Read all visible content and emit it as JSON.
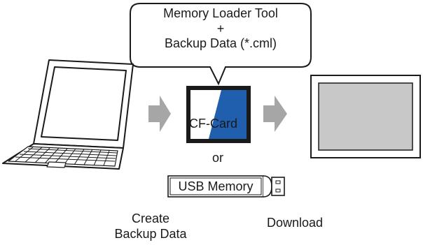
{
  "callout": {
    "line1": "Memory Loader Tool",
    "line2": "+",
    "line3": "Backup Data (*.cml)"
  },
  "cf_card": {
    "label": "CF-Card"
  },
  "or_text": "or",
  "usb": {
    "label": "USB Memory"
  },
  "steps": {
    "create_line1": "Create",
    "create_line2": "Backup Data",
    "download": "Download"
  },
  "colors": {
    "arrow": "#a6a6a6",
    "cf_blue": "#1f5fae",
    "cf_frame": "#1a1a1a",
    "screen_fill": "#c8c8c8",
    "outline": "#1a1a1a"
  }
}
